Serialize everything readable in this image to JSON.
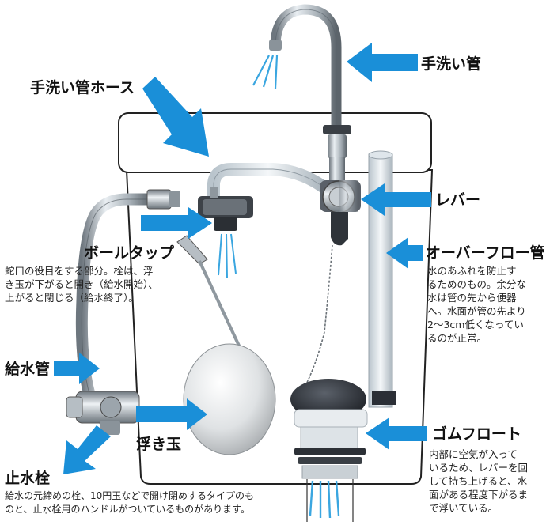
{
  "labels": {
    "handwash_pipe": "手洗い管",
    "handwash_hose": "手洗い管ホース",
    "lever": "レバー",
    "ball_tap": "ボールタップ",
    "overflow_pipe": "オーバーフロー管",
    "supply_pipe": "給水管",
    "float_ball": "浮き玉",
    "rubber_float": "ゴムフロート",
    "stop_valve": "止水栓"
  },
  "descriptions": {
    "ball_tap": [
      "蛇口の役目をする部分。栓は、浮",
      "き玉が下がると開き（給水開始）、",
      "上がると閉じる（給水終了）。"
    ],
    "overflow_pipe": [
      "水のあふれを防止す",
      "るためのもの。余分な",
      "水は管の先から便器",
      "へ。水面が管の先より",
      "2〜3cm低くなってい",
      "るのが正常。"
    ],
    "rubber_float": [
      "内部に空気が入って",
      "いるため、レバーを回",
      "して持ち上げると、水",
      "面がある程度下がるま",
      "で浮いている。"
    ],
    "stop_valve": [
      "給水の元締めの栓、10円玉などで開け閉めするタイプのも",
      "のと、止水栓用のハンドルがついているものがあります。"
    ]
  },
  "colors": {
    "arrow": "#1a8fd8",
    "water": "#3aa6e0",
    "metal": "#9aa3aa",
    "tank_outline": "#222222",
    "float": "#dcdcdc",
    "rubber": "#2b2f36"
  }
}
